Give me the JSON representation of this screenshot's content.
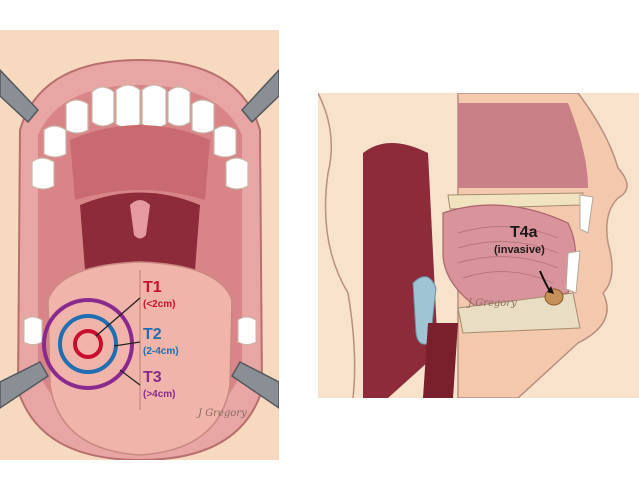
{
  "left_panel": {
    "stages": [
      {
        "code": "T1",
        "size": "(<2cm)",
        "color": "#c8102e"
      },
      {
        "code": "T2",
        "size": "(2-4cm)",
        "color": "#1f6fb2"
      },
      {
        "code": "T3",
        "size": "(>4cm)",
        "color": "#8a2a8f"
      }
    ],
    "signature": "J Gregory"
  },
  "right_panel": {
    "stage_code": "T4a",
    "stage_note": "(invasive)",
    "signature": "J Gregory"
  }
}
